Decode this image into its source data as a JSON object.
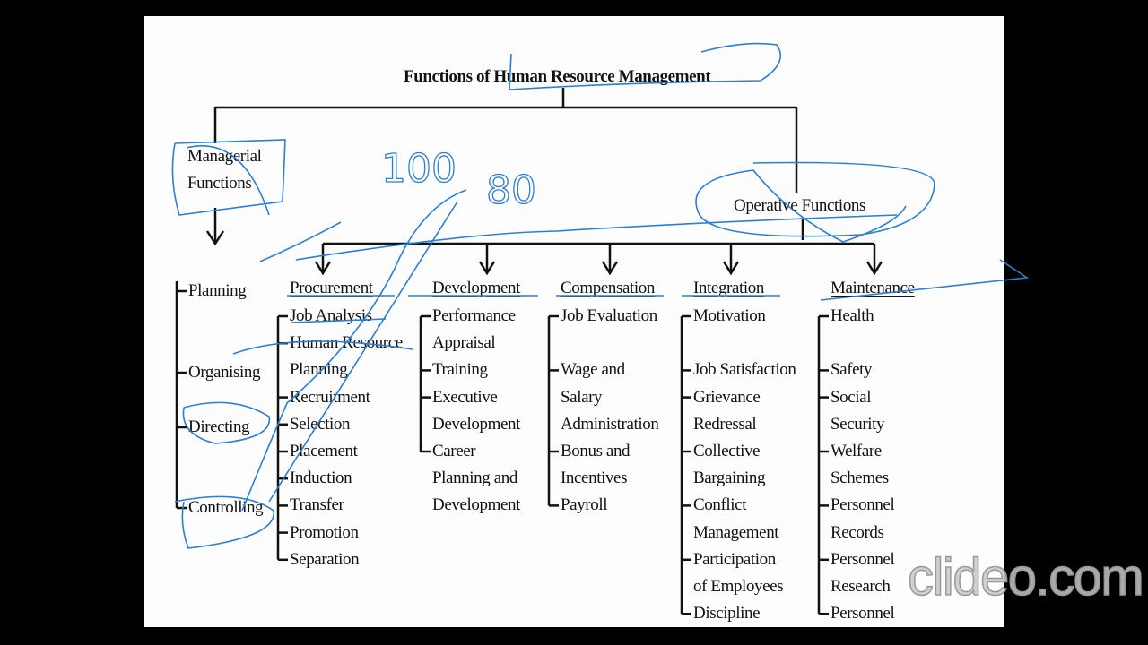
{
  "title": "Functions of Human Resource Management",
  "managerial": {
    "heading": [
      "Managerial",
      "Functions"
    ],
    "items": [
      "Planning",
      "Organising",
      "Directing",
      "Controlling"
    ]
  },
  "operative": {
    "heading": "Operative Functions",
    "columns": [
      {
        "heading": "Procurement",
        "items": [
          {
            "text": "Job Analysis",
            "dash": true
          },
          {
            "text": "Human Resource",
            "dash": true
          },
          {
            "text": "Planning",
            "dash": false
          },
          {
            "text": "Recruitment",
            "dash": true
          },
          {
            "text": "Selection",
            "dash": true
          },
          {
            "text": "Placement",
            "dash": true
          },
          {
            "text": "Induction",
            "dash": true
          },
          {
            "text": "Transfer",
            "dash": true
          },
          {
            "text": "Promotion",
            "dash": true
          },
          {
            "text": "Separation",
            "dash": true
          }
        ]
      },
      {
        "heading": "Development",
        "items": [
          {
            "text": "Performance",
            "dash": true
          },
          {
            "text": "Appraisal",
            "dash": false
          },
          {
            "text": "Training",
            "dash": true
          },
          {
            "text": "Executive",
            "dash": true
          },
          {
            "text": "Development",
            "dash": false
          },
          {
            "text": "Career",
            "dash": true
          },
          {
            "text": "Planning and",
            "dash": false
          },
          {
            "text": "Development",
            "dash": false
          }
        ]
      },
      {
        "heading": "Compensation",
        "items": [
          {
            "text": "Job Evaluation",
            "dash": true
          },
          {
            "text": "",
            "dash": false
          },
          {
            "text": "Wage and",
            "dash": true
          },
          {
            "text": "Salary",
            "dash": false
          },
          {
            "text": "Administration",
            "dash": false
          },
          {
            "text": "Bonus and",
            "dash": true
          },
          {
            "text": "Incentives",
            "dash": false
          },
          {
            "text": "Payroll",
            "dash": true
          }
        ]
      },
      {
        "heading": "Integration",
        "items": [
          {
            "text": "Motivation",
            "dash": true
          },
          {
            "text": "",
            "dash": false
          },
          {
            "text": "Job Satisfaction",
            "dash": true
          },
          {
            "text": "Grievance",
            "dash": true
          },
          {
            "text": "Redressal",
            "dash": false
          },
          {
            "text": "Collective",
            "dash": true
          },
          {
            "text": "Bargaining",
            "dash": false
          },
          {
            "text": "Conflict",
            "dash": true
          },
          {
            "text": "Management",
            "dash": false
          },
          {
            "text": "Participation",
            "dash": true
          },
          {
            "text": "of Employees",
            "dash": false
          },
          {
            "text": "Discipline",
            "dash": true
          }
        ]
      },
      {
        "heading": "Maintenance",
        "items": [
          {
            "text": "Health",
            "dash": true
          },
          {
            "text": "",
            "dash": false
          },
          {
            "text": "Safety",
            "dash": true
          },
          {
            "text": "Social",
            "dash": true
          },
          {
            "text": "Security",
            "dash": false
          },
          {
            "text": "Welfare",
            "dash": true
          },
          {
            "text": "Schemes",
            "dash": false
          },
          {
            "text": "Personnel",
            "dash": true
          },
          {
            "text": "Records",
            "dash": false
          },
          {
            "text": "Personnel",
            "dash": true
          },
          {
            "text": "Research",
            "dash": false
          },
          {
            "text": "Personnel",
            "dash": true
          }
        ]
      }
    ]
  },
  "annotations": {
    "note_1": "100",
    "note_2": "80",
    "ink_color": "#2a7fd4"
  },
  "watermark": "clideo.com"
}
